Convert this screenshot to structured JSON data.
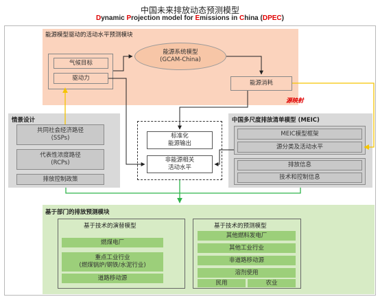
{
  "title": {
    "cn": "中国未来排放动态预测模型",
    "en_parts": [
      {
        "text": "D",
        "red": true
      },
      {
        "text": "ynamic ",
        "red": false
      },
      {
        "text": "P",
        "red": true
      },
      {
        "text": "rojection model for ",
        "red": false
      },
      {
        "text": "E",
        "red": true
      },
      {
        "text": "missions in ",
        "red": false
      },
      {
        "text": "C",
        "red": true
      },
      {
        "text": "hina (",
        "red": false
      },
      {
        "text": "DPEC",
        "red": true
      },
      {
        "text": ")",
        "red": false
      }
    ]
  },
  "energy_module": {
    "header": "能源模型驱动的活动水平预测模块",
    "climate_target": "气候目标",
    "driving_force": "驱动力",
    "gcam_line1": "能源系统模型",
    "gcam_line2": "(GCAM-China)",
    "energy_consumption": "能源消耗"
  },
  "mapping_label": "源映射",
  "scenario": {
    "header": "情景设计",
    "ssp_line1": "共同社会经济路径",
    "ssp_line2": "(SSPs)",
    "rcp_line1": "代表性浓度路径",
    "rcp_line2": "(RCPs)",
    "policy": "排放控制政策"
  },
  "center": {
    "standardized_line1": "标准化",
    "standardized_line2": "能源输出",
    "nonenergy_line1": "非能源相关",
    "nonenergy_line2": "活动水平"
  },
  "meic": {
    "header": "中国多尺度排放清单模型 (MEIC)",
    "framework": "MEIC模型框架",
    "classification": "源分类及活动水平",
    "emission_info": "排放信息",
    "tech_info": "技术和控制信息"
  },
  "sector": {
    "header": "基于部门的排放预测模块",
    "left_header": "基于技术的演替模型",
    "left_items": [
      "燃煤电厂",
      "重点工业行业",
      "(燃煤锅炉/钢铁/水泥行业)",
      "道路移动源"
    ],
    "right_header": "基于技术的预测模型",
    "right_items": [
      "其他燃料发电厂",
      "其他工业行业",
      "非道路移动源",
      "溶剂使用"
    ],
    "residential": "民用",
    "agriculture": "农业"
  },
  "colors": {
    "peach_panel": "#fbd3bd",
    "grey_panel": "#d9d9d9",
    "green_panel": "#d7ebc5",
    "green_bar": "#9ccf7a",
    "arrow_yellow": "#f5c400",
    "arrow_green": "#2fb34a",
    "accent_red": "#e00000"
  }
}
